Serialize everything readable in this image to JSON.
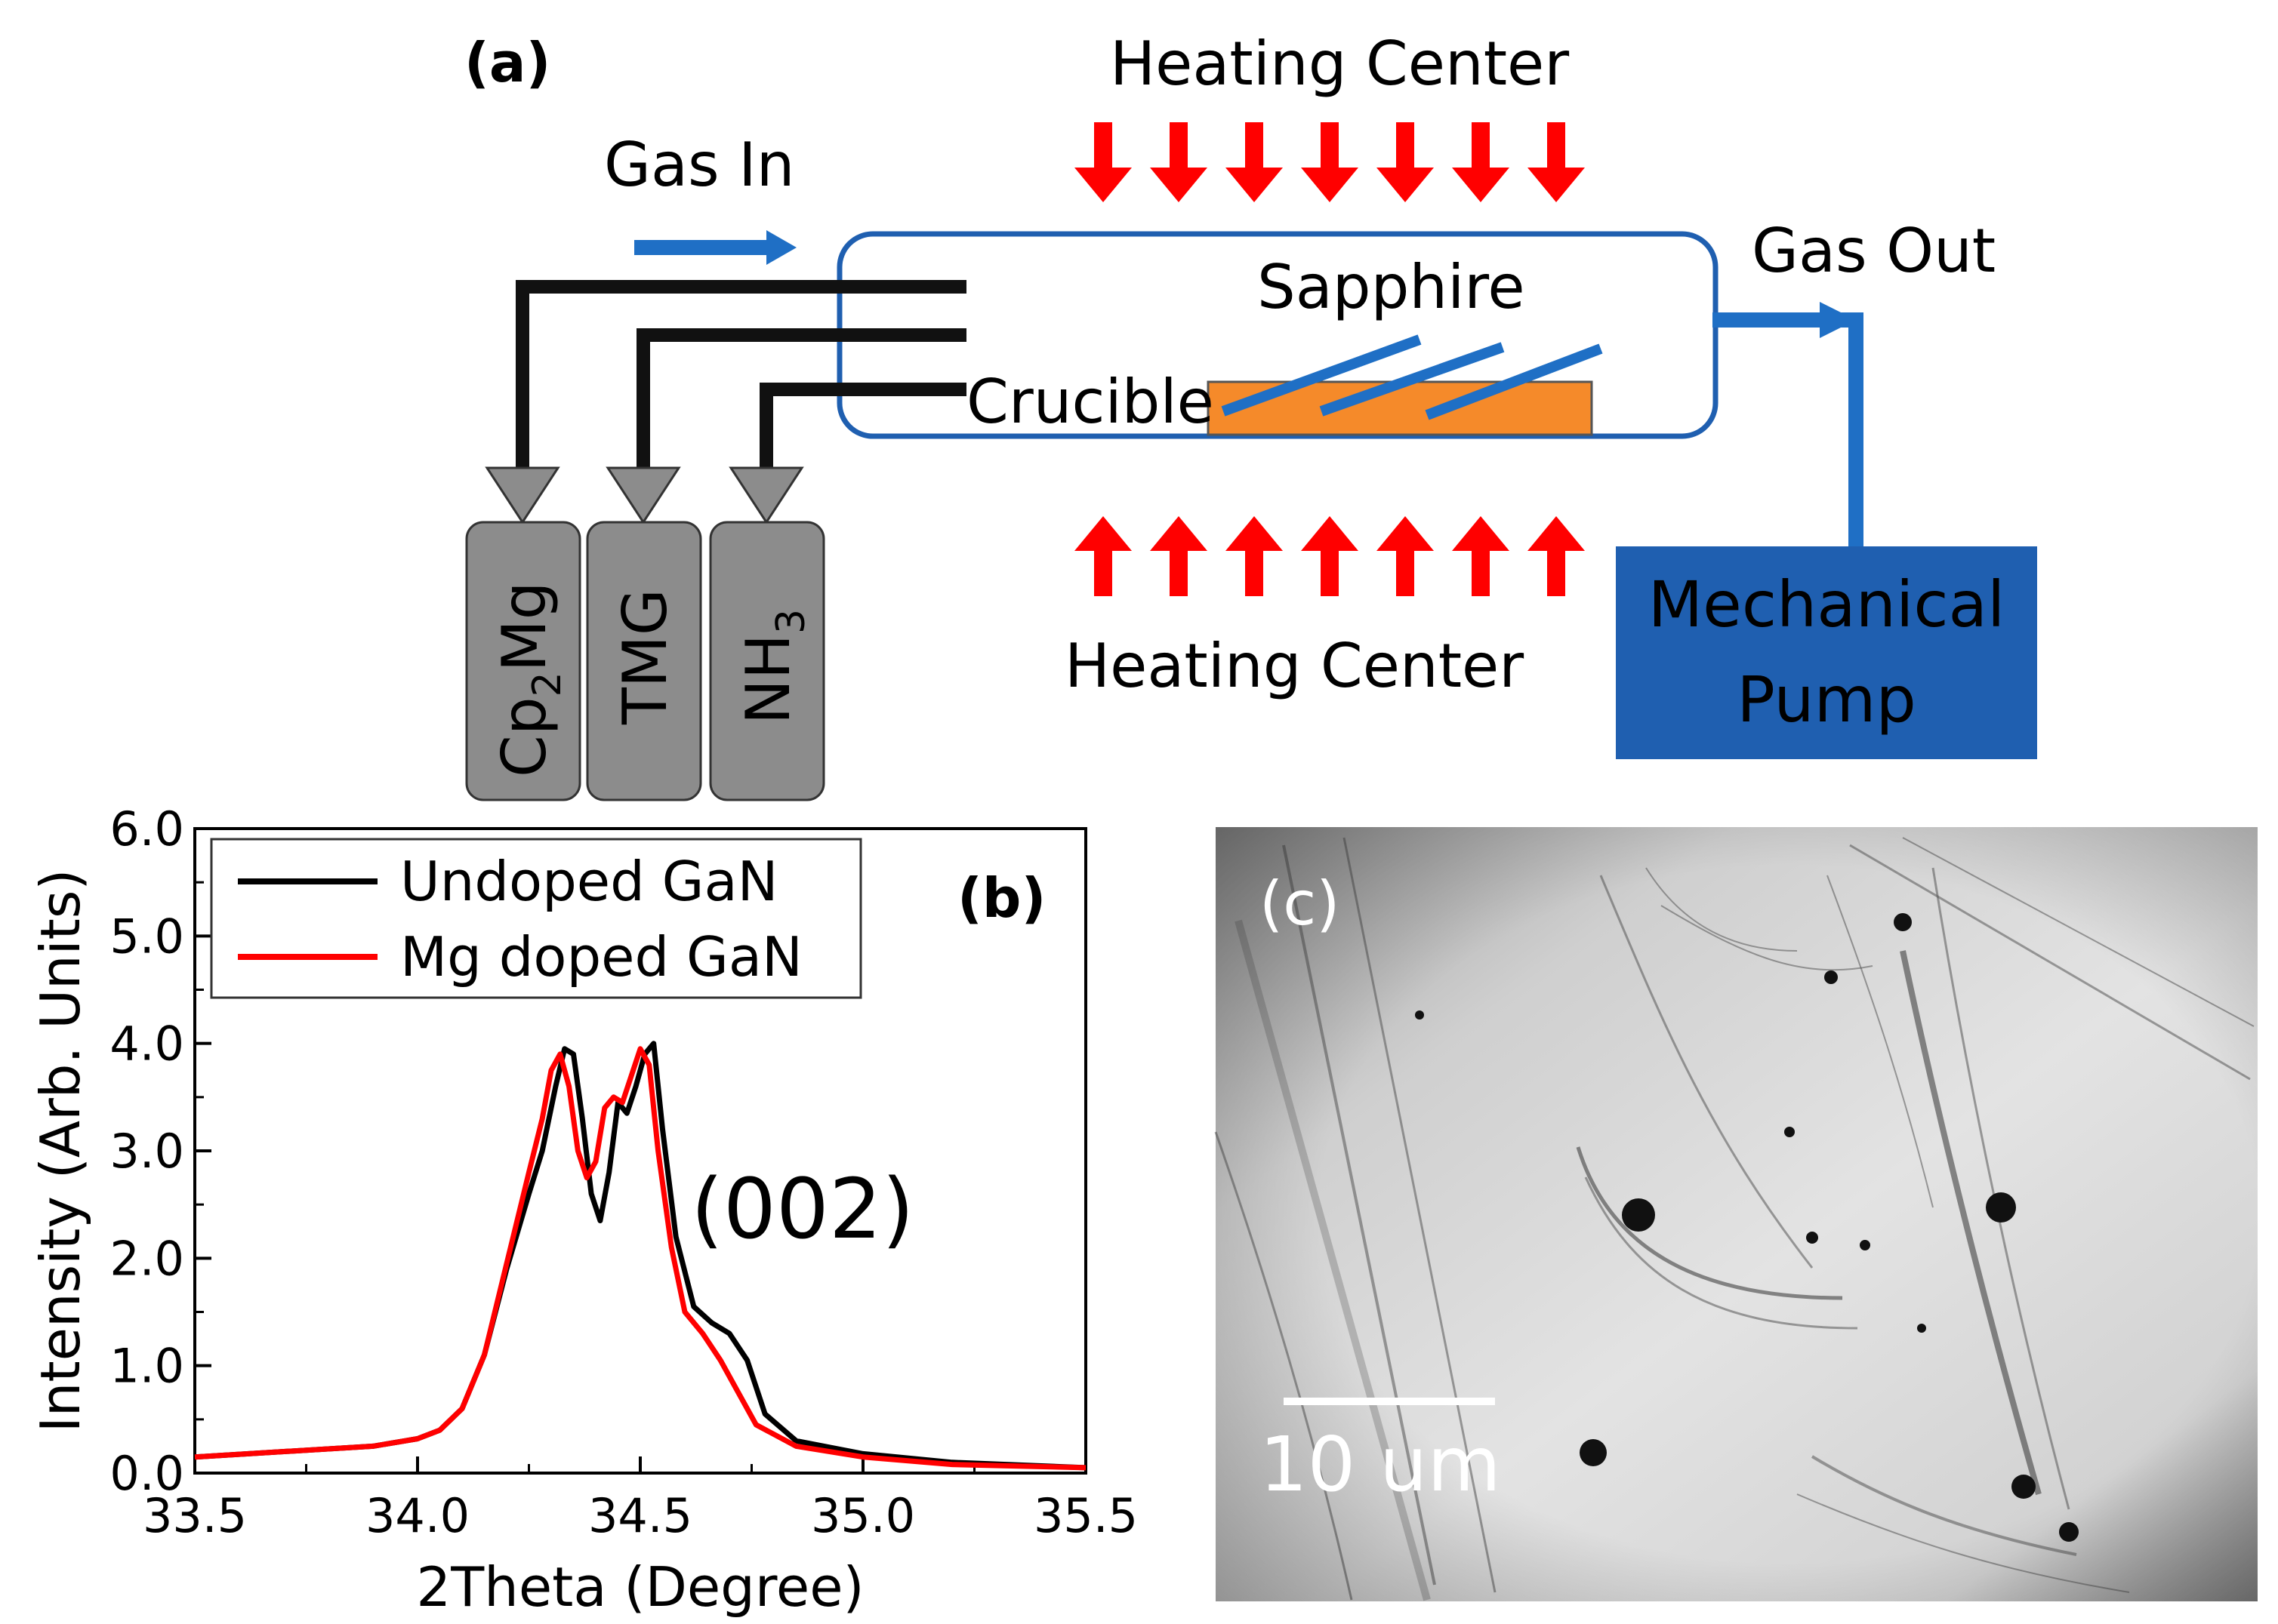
{
  "panel_a": {
    "label": "(a)",
    "heating_top": "Heating Center",
    "heating_bottom": "Heating Center",
    "gas_in": "Gas In",
    "gas_out": "Gas Out",
    "sapphire": "Sapphire",
    "crucible": "Crucible",
    "pump_line1": "Mechanical",
    "pump_line2": "Pump",
    "cyl1_main": "Cp",
    "cyl1_sub": "2",
    "cyl1_end": "Mg",
    "cyl2": "TMG",
    "cyl3_main": "NH",
    "cyl3_sub": "3",
    "colors": {
      "heat_arrow": "#ff0000",
      "gas_line": "#1f6fc5",
      "pump": "#1f5fb0",
      "crucible": "#f58a2a",
      "cylinder": "#8c8c8c",
      "pipe": "#111111"
    }
  },
  "panel_b": {
    "label": "(b)",
    "peak_label": "(002)",
    "legend_position": "top-left",
    "colors": {
      "undoped": "#000000",
      "mg_doped": "#ff0000"
    }
  },
  "panel_c": {
    "label": "(c)",
    "scale_bar": "10 um"
  },
  "chart_data": {
    "type": "line",
    "xlabel": "2Theta (Degree)",
    "ylabel": "Intensity (Arb. Units)",
    "xlim": [
      33.5,
      35.5
    ],
    "ylim": [
      0.0,
      6.0
    ],
    "xticks": [
      "33.5",
      "34.0",
      "34.5",
      "35.0",
      "35.5"
    ],
    "yticks": [
      "0.0",
      "1.0",
      "2.0",
      "3.0",
      "4.0",
      "5.0",
      "6.0"
    ],
    "grid": false,
    "series": [
      {
        "name": "Undoped GaN",
        "x": [
          33.5,
          33.7,
          33.9,
          34.0,
          34.05,
          34.1,
          34.15,
          34.2,
          34.25,
          34.28,
          34.31,
          34.33,
          34.35,
          34.37,
          34.39,
          34.41,
          34.43,
          34.45,
          34.47,
          34.49,
          34.51,
          34.53,
          34.55,
          34.58,
          34.62,
          34.66,
          34.7,
          34.74,
          34.78,
          34.85,
          35.0,
          35.2,
          35.5
        ],
        "y": [
          0.15,
          0.2,
          0.25,
          0.32,
          0.4,
          0.6,
          1.1,
          1.9,
          2.6,
          3.0,
          3.6,
          3.95,
          3.9,
          3.3,
          2.6,
          2.35,
          2.8,
          3.45,
          3.35,
          3.6,
          3.9,
          4.0,
          3.2,
          2.2,
          1.55,
          1.4,
          1.3,
          1.05,
          0.55,
          0.3,
          0.18,
          0.1,
          0.05
        ]
      },
      {
        "name": "Mg doped GaN",
        "x": [
          33.5,
          33.7,
          33.9,
          34.0,
          34.05,
          34.1,
          34.15,
          34.2,
          34.25,
          34.28,
          34.3,
          34.32,
          34.34,
          34.36,
          34.38,
          34.4,
          34.42,
          34.44,
          34.46,
          34.48,
          34.5,
          34.52,
          34.54,
          34.57,
          34.6,
          34.64,
          34.68,
          34.72,
          34.76,
          34.85,
          35.0,
          35.2,
          35.5
        ],
        "y": [
          0.15,
          0.2,
          0.25,
          0.32,
          0.4,
          0.6,
          1.1,
          1.95,
          2.8,
          3.3,
          3.75,
          3.9,
          3.6,
          3.0,
          2.75,
          2.9,
          3.4,
          3.5,
          3.45,
          3.7,
          3.95,
          3.8,
          3.0,
          2.1,
          1.5,
          1.3,
          1.05,
          0.75,
          0.45,
          0.25,
          0.15,
          0.08,
          0.05
        ]
      }
    ]
  }
}
